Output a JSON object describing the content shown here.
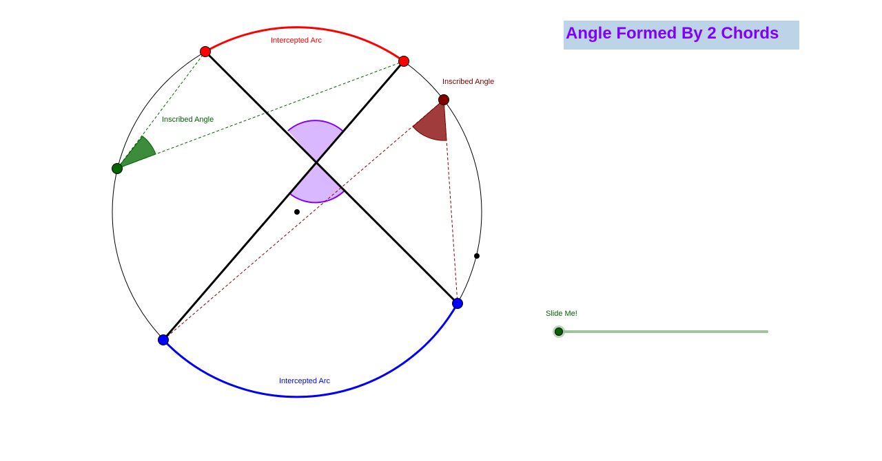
{
  "title": {
    "text": "Angle Formed By 2 Chords",
    "color": "#8000ff",
    "background": "#bdd3e8"
  },
  "labels": {
    "top_arc": "Intercepted Arc",
    "bottom_arc": "Intercepted Arc",
    "inscribed_left": "Inscribed Angle",
    "inscribed_right": "Inscribed Angle"
  },
  "slider": {
    "label": "Slide Me!",
    "value": 0,
    "color": "#006400",
    "track_color": "#9dc49d"
  },
  "colors": {
    "top_arc": "#ff0000",
    "bottom_arc": "#0000ff",
    "chords": "#000000",
    "vertical_angle_fill": "#d9b8ff",
    "vertical_angle_stroke": "#8000ff",
    "inscribed_left": "#006400",
    "inscribed_right": "#800000"
  },
  "points": {
    "red_point_color": "#ff0000",
    "blue_point_color": "#0000ff",
    "green_point_color": "#006400",
    "darkred_point_color": "#800000",
    "black_point_color": "#000000"
  }
}
